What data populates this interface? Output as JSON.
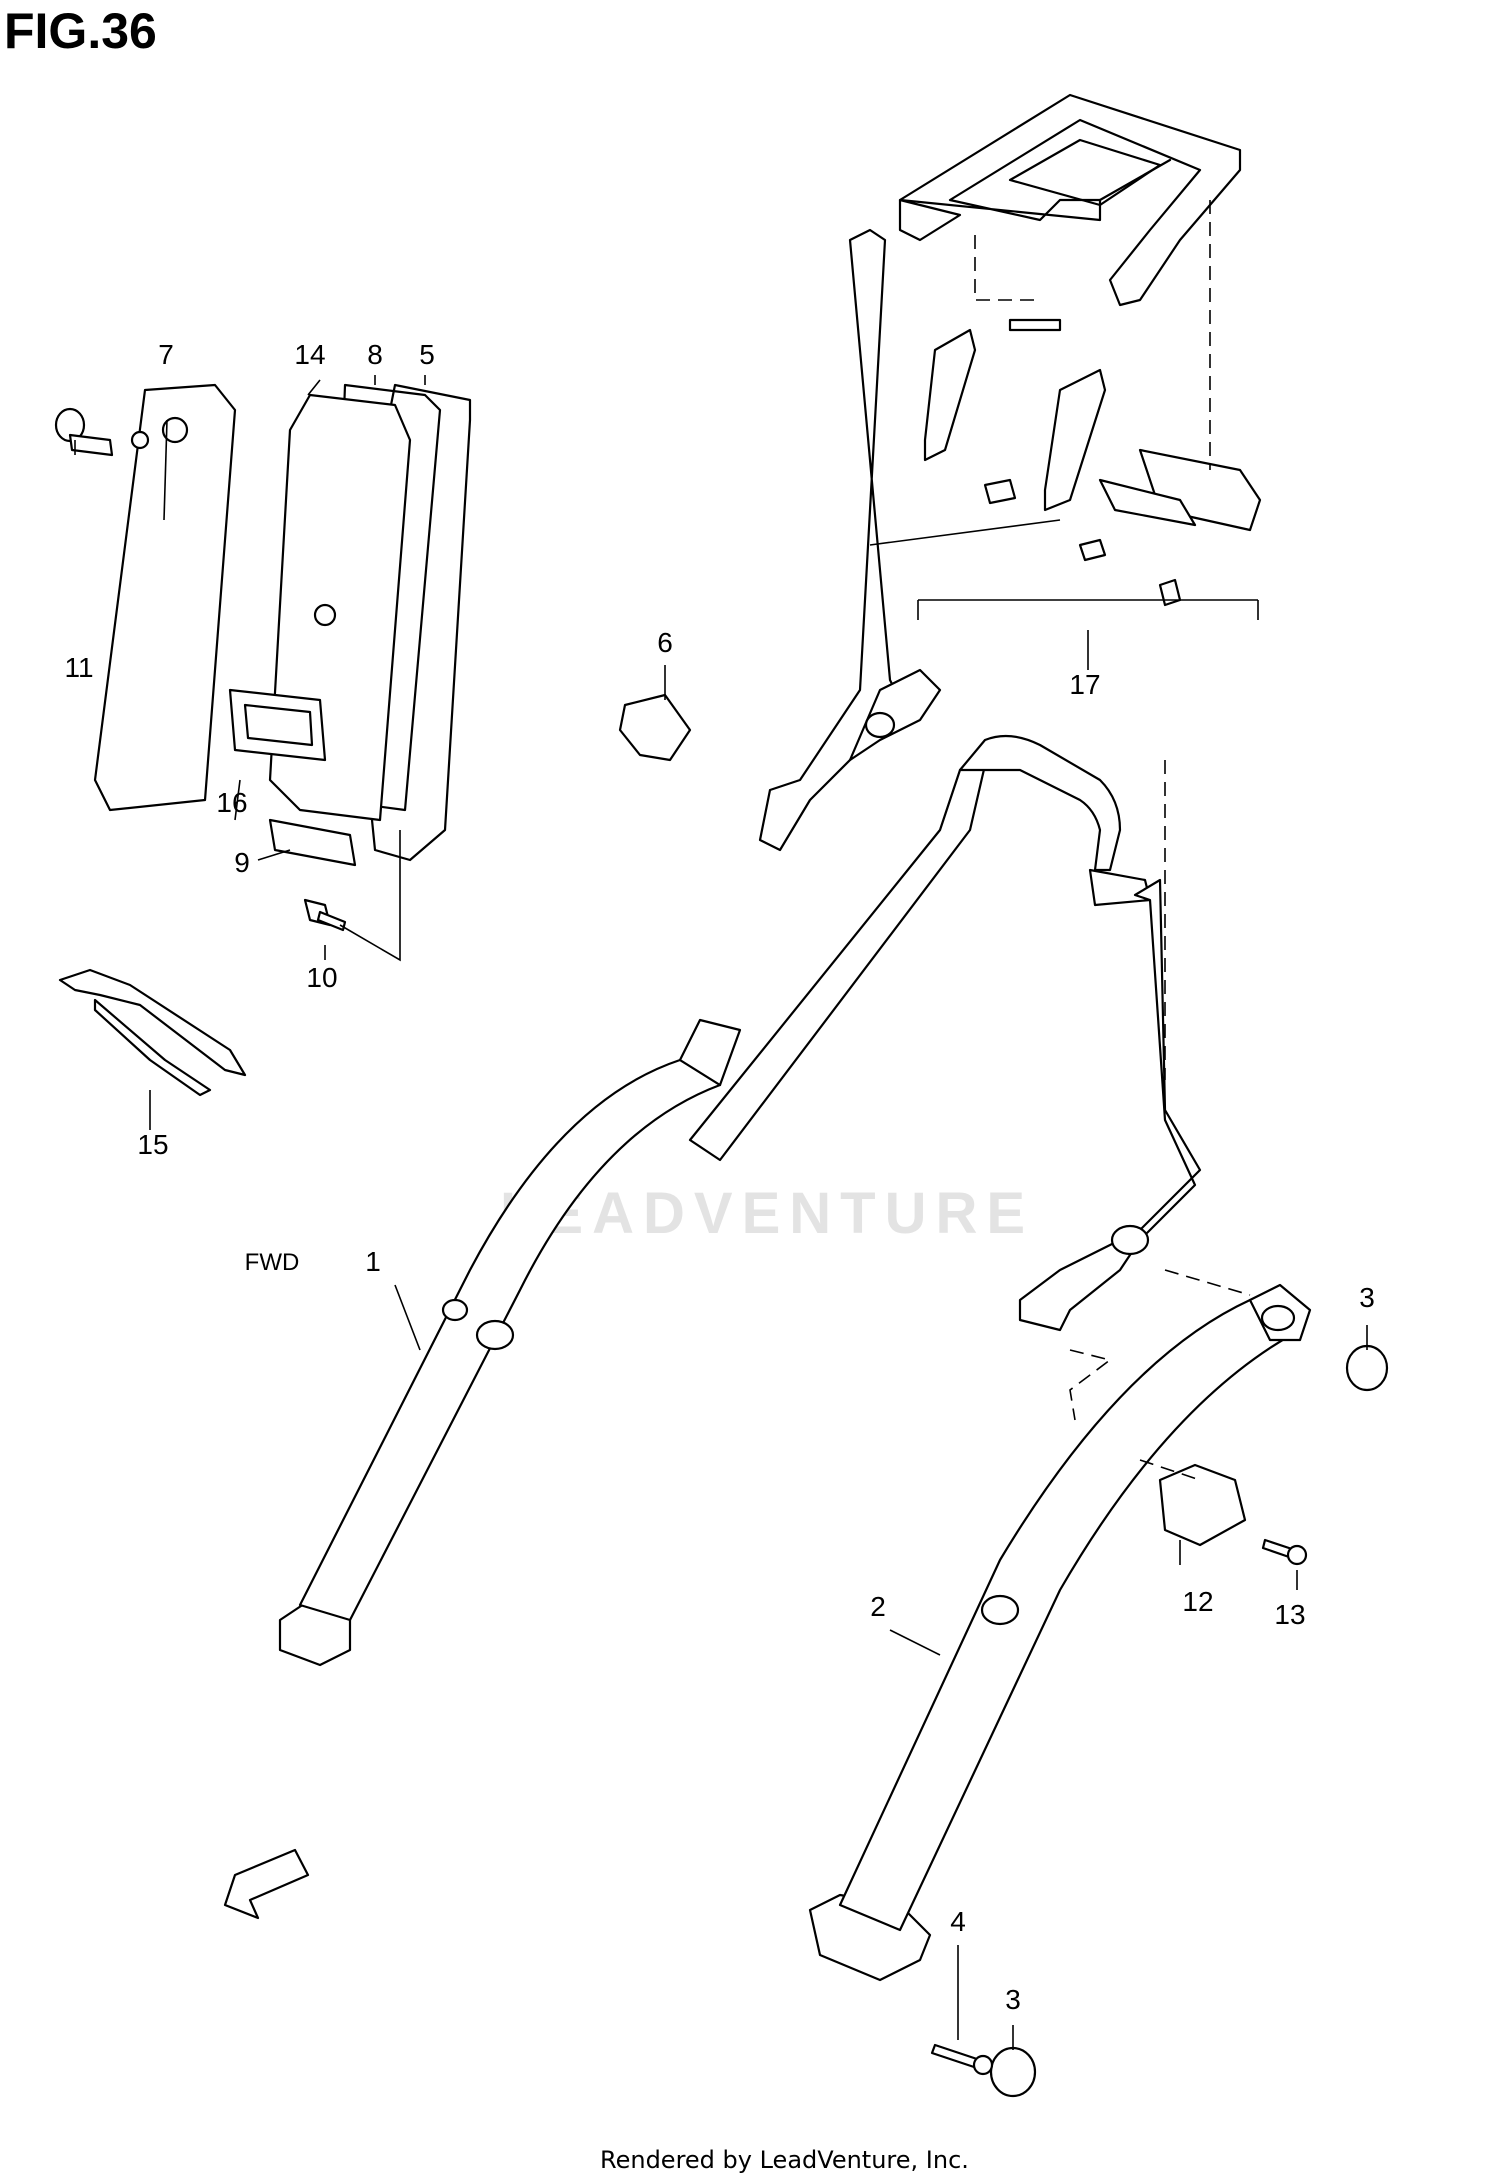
{
  "figure": {
    "title": "FIG.36",
    "watermark": "LEADVENTURE",
    "footer": "Rendered by LeadVenture, Inc.",
    "direction_label": "FWD"
  },
  "callouts": {
    "c1": "1",
    "c2": "2",
    "c3a": "3",
    "c3b": "3",
    "c4": "4",
    "c5": "5",
    "c6": "6",
    "c7": "7",
    "c8": "8",
    "c9": "9",
    "c10": "10",
    "c11": "11",
    "c12": "12",
    "c13": "13",
    "c14": "14",
    "c15": "15",
    "c16": "16",
    "c17": "17"
  }
}
